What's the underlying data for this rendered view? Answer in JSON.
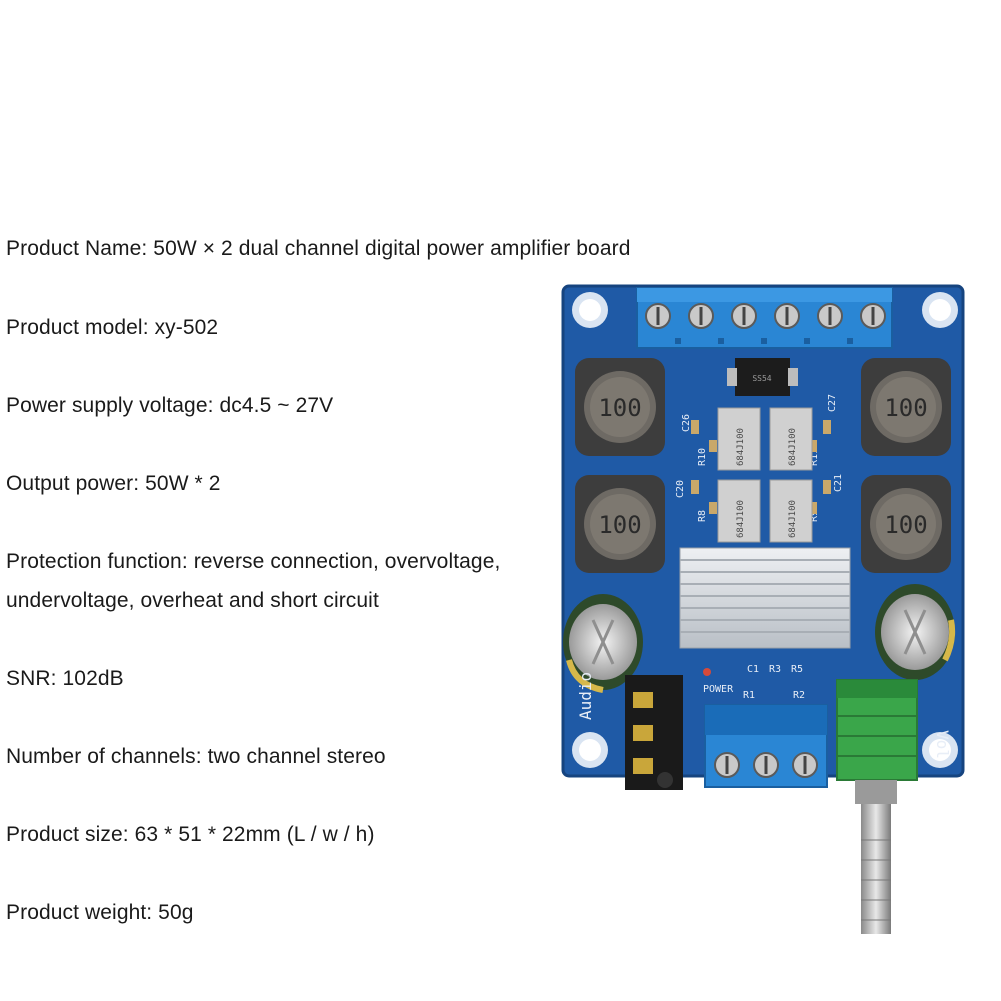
{
  "specs": [
    "Product Name: 50W × 2 dual channel digital power amplifier board",
    "Product model: xy-502",
    "Power supply voltage: dc4.5 ~ 27V",
    "Output power: 50W * 2",
    "Protection function: reverse connection, overvoltage,",
    "undervoltage, overheat and short circuit",
    "SNR: 102dB",
    "Number of channels: two channel stereo",
    "Product size: 63 * 51 * 22mm (L / w / h)",
    "Product weight: 50g"
  ],
  "board": {
    "inductor_label": "100",
    "resistor_label": "684J100",
    "diode_label": "SS54",
    "silkscreen": {
      "c26": "C26",
      "c27": "C27",
      "c20": "C20",
      "c21": "C21",
      "r10": "R10",
      "r11": "R11",
      "r8": "R8",
      "r9": "R9",
      "c1": "C1",
      "r3": "R3",
      "r5": "R5",
      "r1": "R1",
      "r2": "R2",
      "power": "POWER",
      "audio": "Audio",
      "vol": "Vol"
    },
    "colors": {
      "pcb": "#1f5aa6",
      "terminal": "#2a86d4",
      "inductor": "#3d3d3d",
      "heatsink": "#d9dde2",
      "pot": "#3aa64a"
    }
  }
}
